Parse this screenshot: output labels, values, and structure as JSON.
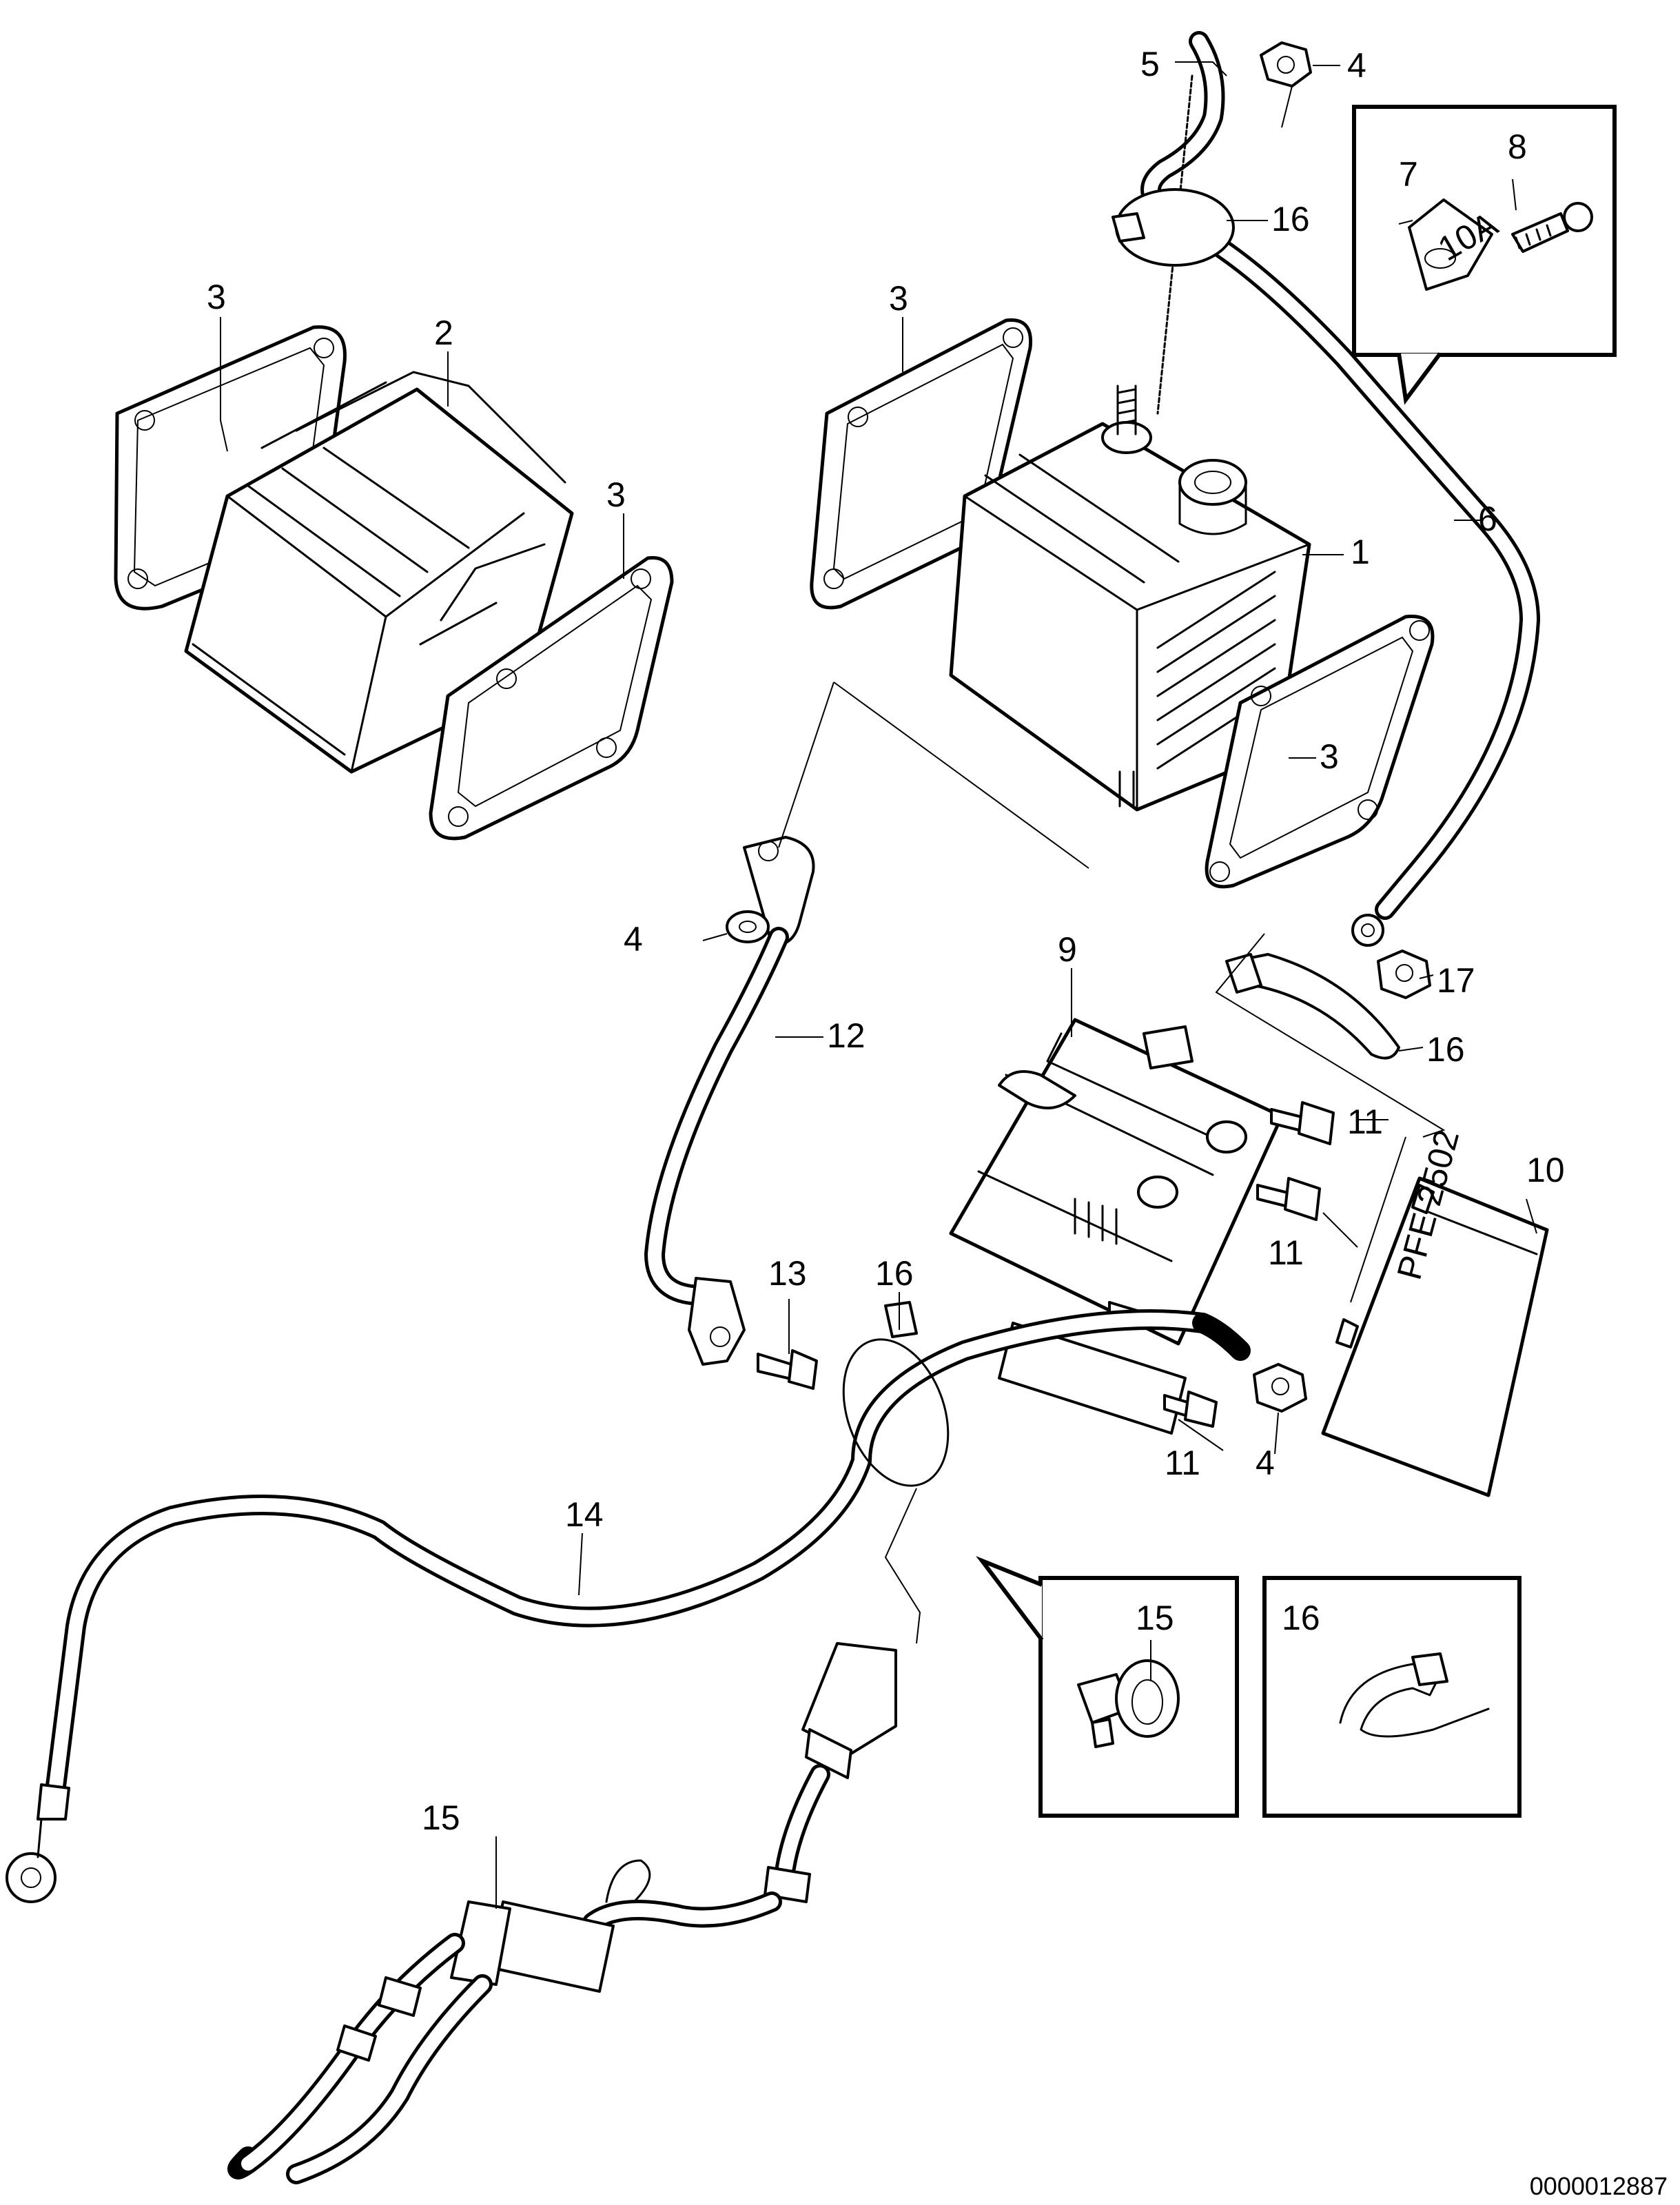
{
  "document_number": "0000012887",
  "callouts": {
    "c1": "1",
    "c2": "2",
    "c3a": "3",
    "c3b": "3",
    "c3c": "3",
    "c3d": "3",
    "c4a": "4",
    "c4b": "4",
    "c4c": "4",
    "c5": "5",
    "c6": "6",
    "c7": "7",
    "c8": "8",
    "c9": "9",
    "c10": "10",
    "c11a": "11",
    "c11b": "11",
    "c11c": "11",
    "c12": "12",
    "c13": "13",
    "c14": "14",
    "c15a": "15",
    "c15b": "15",
    "c16a": "16",
    "c16b": "16",
    "c16c": "16",
    "c16d": "16",
    "c17": "17"
  },
  "fuse_label": "10A",
  "module_label": "PFE 2502",
  "colors": {
    "line": "#000000",
    "background": "#ffffff"
  }
}
